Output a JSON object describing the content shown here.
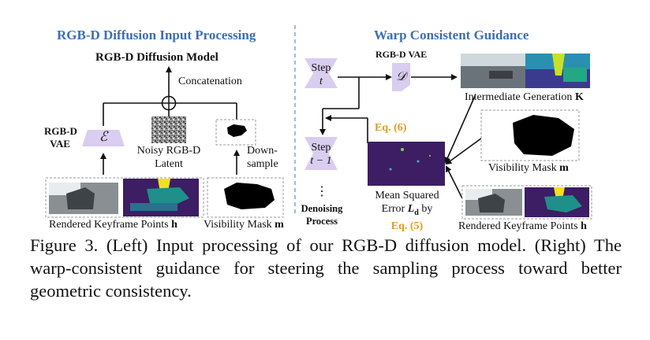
{
  "left": {
    "title": "RGB-D Diffusion Input Processing",
    "model_label": "RGB-D Diffusion Model",
    "concat_label": "Concatenation",
    "vae_label_line1": "RGB-D",
    "vae_label_line2": "VAE",
    "encoder_symbol": "ℰ",
    "noisy_line1": "Noisy RGB-D",
    "noisy_line2": "Latent",
    "down_line1": "Down-",
    "down_line2": "sample",
    "keyframe_label": "Rendered Keyframe Points ",
    "keyframe_var": "h",
    "mask_label": "Visibility Mask ",
    "mask_var": "m"
  },
  "right": {
    "title": "Warp Consistent Guidance",
    "step_t_line1": "Step",
    "step_t_line2": "t",
    "step_t1_line1": "Step",
    "step_t1_line2": "t − 1",
    "ellipsis": "⋮",
    "denoising_line1": "Denoising",
    "denoising_line2": "Process",
    "vae_label": "RGB-D VAE",
    "decoder_symbol": "𝒟",
    "eq6": "Eq. (6)",
    "mse_line1": "Mean Squared",
    "mse_line2_prefix": "Error ",
    "mse_var": "L",
    "mse_sub": "d",
    "mse_line2_suffix": " by",
    "eq5": "Eq. (5)",
    "intermediate_label": "Intermediate Generation ",
    "intermediate_var": "K",
    "mask_label": "Visibility Mask ",
    "mask_var": "m",
    "keyframe_label": "Rendered Keyframe Points ",
    "keyframe_var": "h"
  },
  "caption": "Figure 3. (Left) Input processing of our RGB-D diffusion model. (Right) The warp-consistent guidance for steering the sampling process toward better geometric consistency.",
  "colors": {
    "title_blue": "#3a6fb5",
    "block_purple": "#d9cdf0",
    "eq_orange": "#e39a1c",
    "depth_purple": "#3d1d63",
    "divider_blue": "#7fa6d6"
  }
}
